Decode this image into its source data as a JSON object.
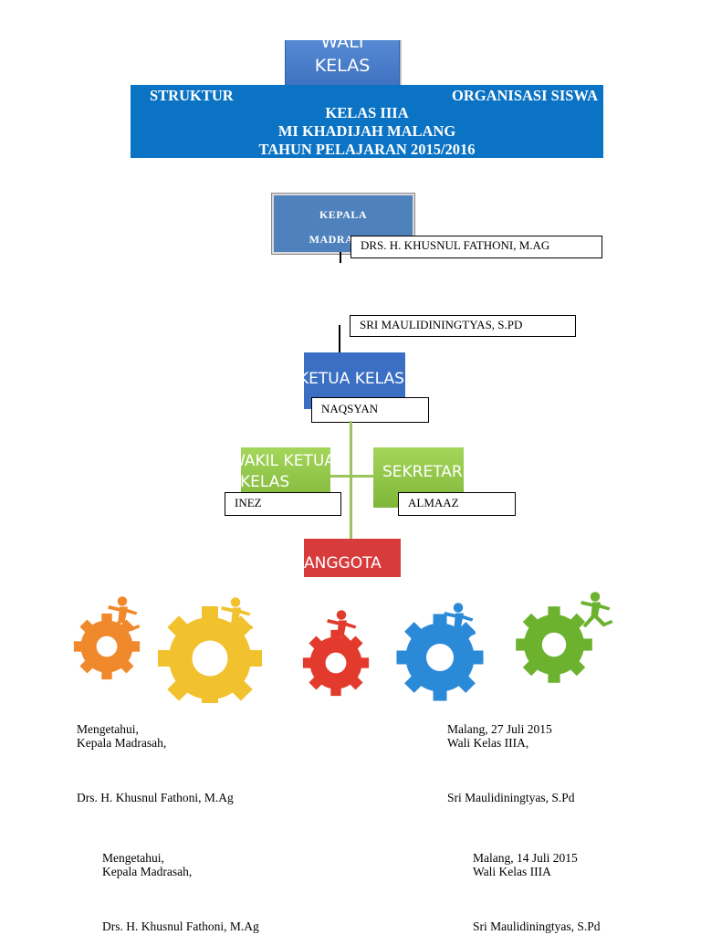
{
  "wali_box": {
    "line1": "WALI",
    "line2": "KELAS"
  },
  "banner": {
    "line1_left": "STRUKTUR",
    "line1_right": "ORGANISASI SISWA",
    "line2": "KELAS IIIA",
    "line3": "MI KHADIJAH MALANG",
    "line4": "TAHUN PELAJARAN 2015/2016"
  },
  "kepala_box": {
    "line1": "KEPALA",
    "line2": "MADRASAH"
  },
  "names": {
    "kepala": "DRS. H. KHUSNUL FATHONI, M.AG",
    "wali": "SRI MAULIDININGTYAS, S.PD",
    "ketua": "NAQSYAN",
    "wakil": "INEZ",
    "sekretaris": "ALMAAZ"
  },
  "ketua_box": {
    "label": "KETUA KELAS"
  },
  "wakil_box": {
    "line1": "WAKIL KETUA",
    "line2": "KELAS"
  },
  "sekretaris_box": {
    "label": "SEKRETARIS"
  },
  "anggota_box": {
    "label": "ANGGOTA"
  },
  "signature1": {
    "left_l1": "Mengetahui,",
    "left_l2": "Kepala Madrasah,",
    "left_name": "Drs. H. Khusnul Fathoni, M.Ag",
    "right_l1": "Malang, 27 Juli 2015",
    "right_l2": "Wali Kelas IIIA,",
    "right_name": "Sri Maulidiningtyas, S.Pd"
  },
  "signature2": {
    "left_l1": "Mengetahui,",
    "left_l2": "Kepala Madrasah,",
    "left_name": "Drs. H. Khusnul Fathoni, M.Ag",
    "right_l1": "Malang, 14 Juli 2015",
    "right_l2": "Wali Kelas IIIA",
    "right_name": "Sri Maulidiningtyas, S.Pd"
  },
  "colors": {
    "banner": "#0b73c4",
    "kepala": "#4f81bd",
    "ketua": "#3b6fc4",
    "green": "#8cc63f",
    "anggota": "#d83b3b"
  }
}
